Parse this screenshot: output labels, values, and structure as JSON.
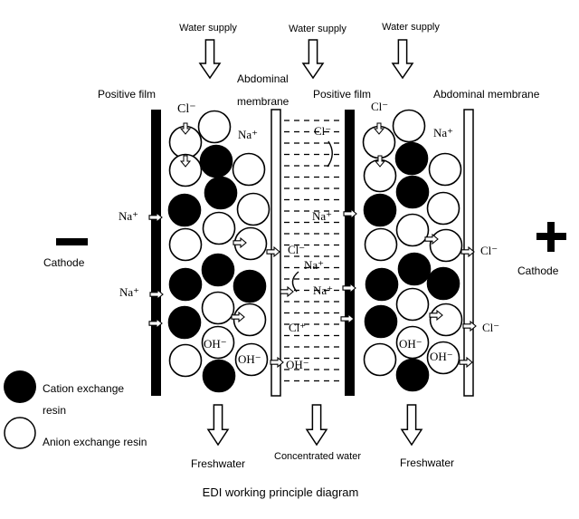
{
  "labels": {
    "water_supply_1": "Water supply",
    "water_supply_2": "Water supply",
    "water_supply_3": "Water supply",
    "positive_film_1": "Positive film",
    "abdominal_membrane_1a": "Abdominal",
    "abdominal_membrane_1b": "membrane",
    "positive_film_2": "Positive film",
    "abdominal_membrane_2": "Abdominal membrane",
    "cathode_left": "Cathode",
    "cathode_right": "Cathode",
    "minus_sign": "−",
    "plus_sign": "+",
    "freshwater_1": "Freshwater",
    "concentrated_water": "Concentrated water",
    "freshwater_2": "Freshwater",
    "caption": "EDI working principle diagram"
  },
  "ions": {
    "cl_top_left": "Cl⁻",
    "na_top_left": "Na⁺",
    "cl_center_top": "Cl⁻",
    "cl_top_right": "Cl⁻",
    "na_top_right": "Na⁺",
    "na_left_1": "Na⁺",
    "na_left_2": "Na⁺",
    "na_center_1": "Na⁺",
    "cl_center_mid": "Cl⁻",
    "na_center_2": "Na⁺",
    "na_center_3": "Na⁺",
    "cl_right_1": "Cl⁻",
    "cl_center_low": "Cl⁺",
    "cl_right_2": "Cl⁻",
    "oh_left_1": "OH⁻",
    "oh_left_2": "OH⁻",
    "oh_center": "OH⁻",
    "oh_right_1": "OH⁻",
    "oh_right_2": "OH⁻"
  },
  "legend": {
    "cation_line1": "Cation exchange",
    "cation_line2": "resin",
    "anion": "Anion exchange resin"
  },
  "colors": {
    "cation_resin": "#000000",
    "anion_resin": "#ffffff",
    "line": "#000000"
  }
}
